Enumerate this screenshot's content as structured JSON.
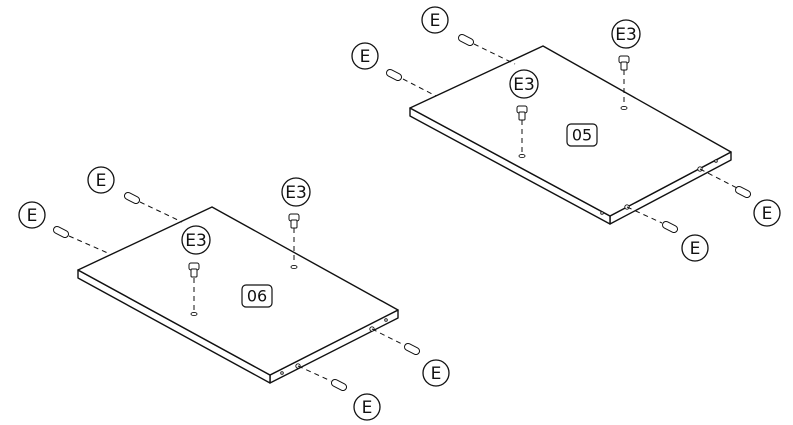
{
  "panels": [
    {
      "id": "panel-05",
      "label": "05"
    },
    {
      "id": "panel-06",
      "label": "06"
    }
  ],
  "callouts": {
    "dowel": "E",
    "cam_bolt": "E3"
  }
}
